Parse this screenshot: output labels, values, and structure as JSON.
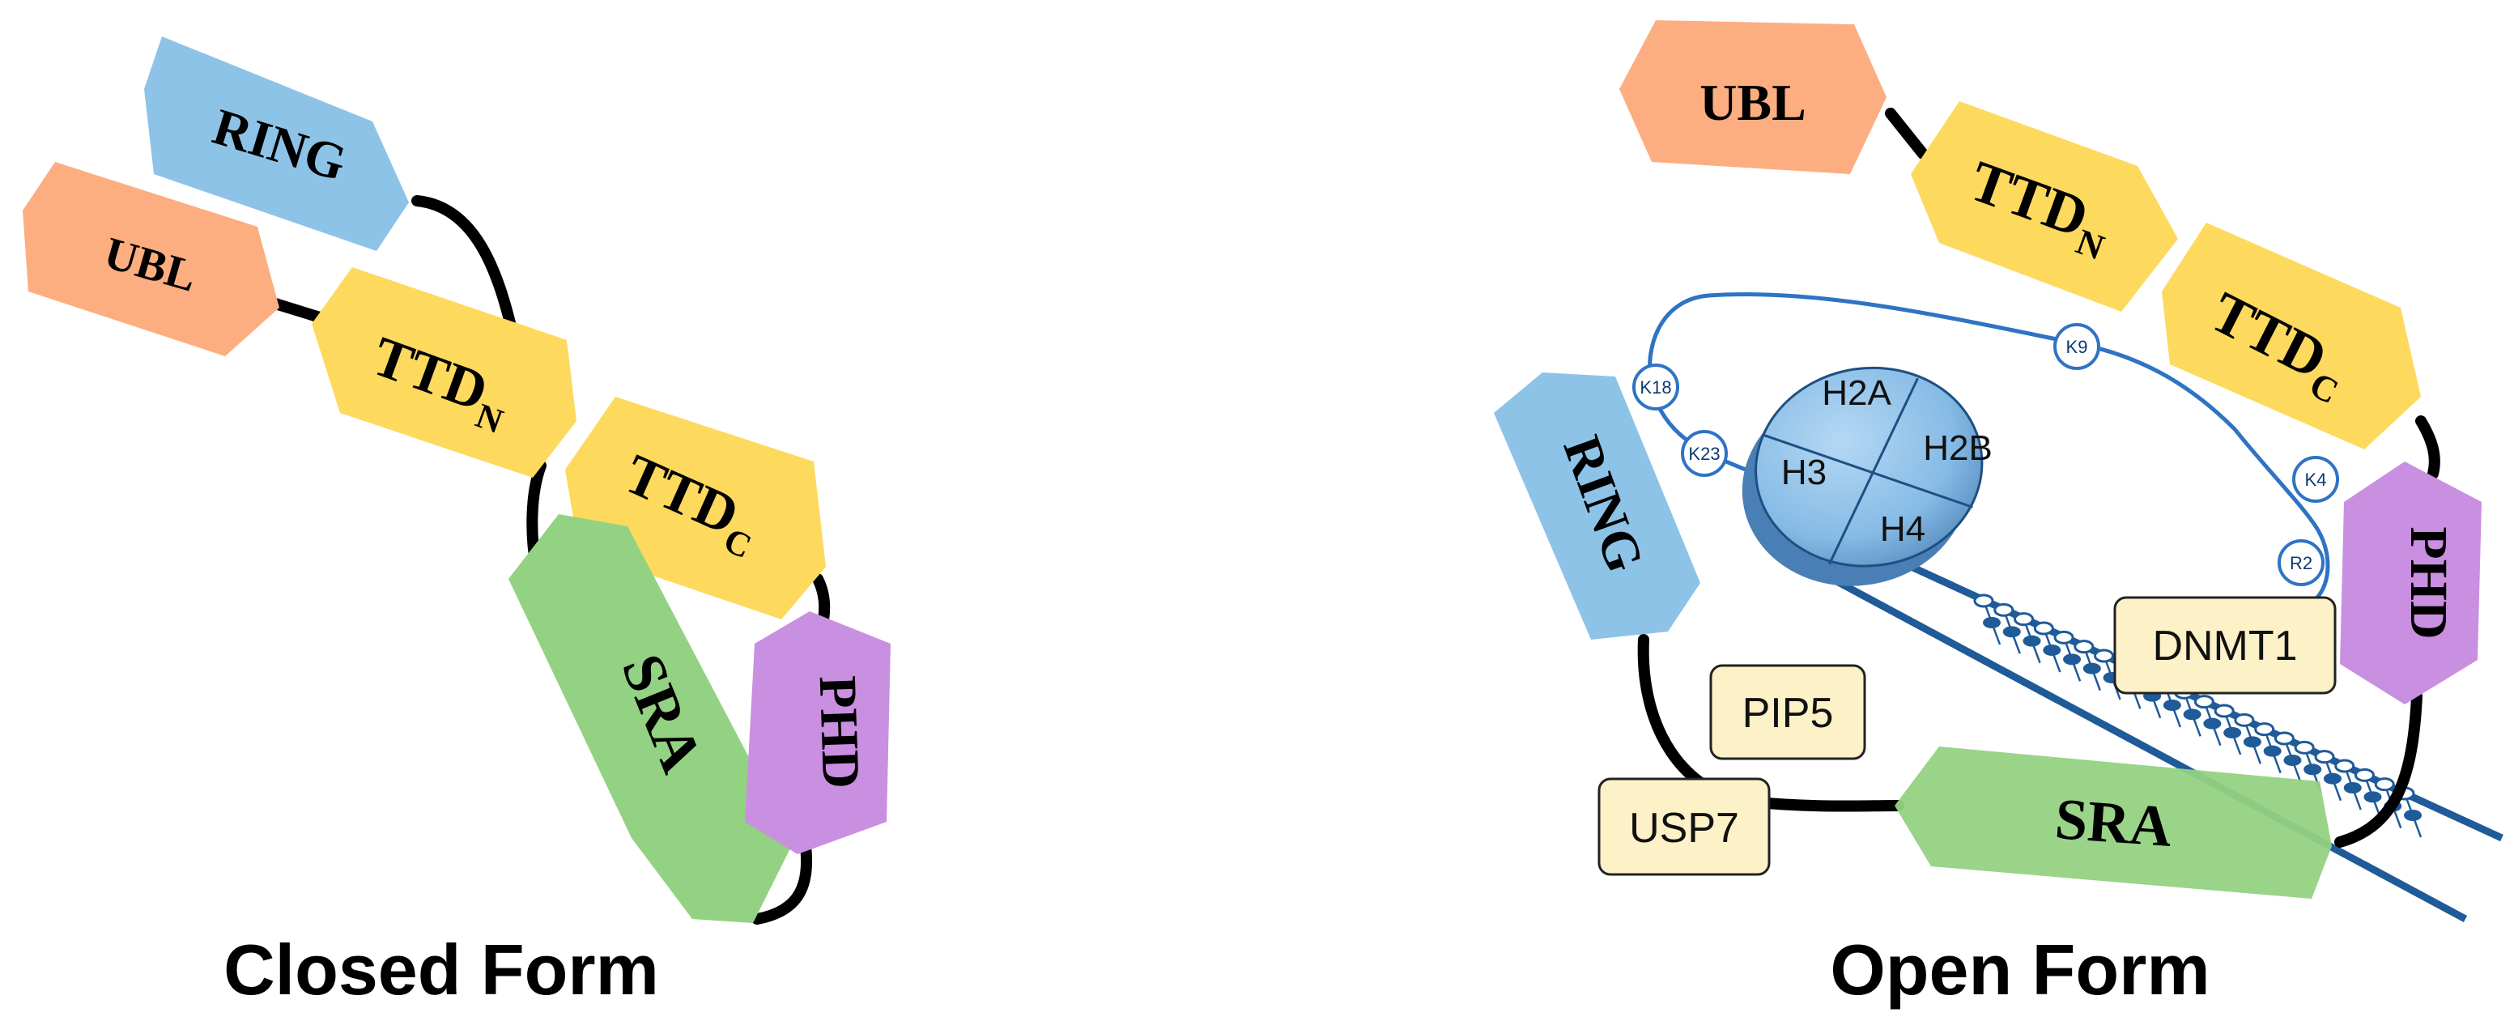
{
  "colors": {
    "ubl": "#fcae80",
    "ring": "#8ec3e8",
    "ttd": "#fdd95e",
    "sra": "#93d282",
    "phd": "#c98fe0",
    "partner_box": "#fdf1c8",
    "dna": "#1f5a99",
    "tail": "#2f73c4",
    "nucleosome": "#8fc0e8"
  },
  "closed_form": {
    "title": "Closed Form",
    "ring": "RING",
    "ubl": "UBL",
    "ttd_n_main": "TTD",
    "ttd_n_sub": "N",
    "ttd_c_main": "TTD",
    "ttd_c_sub": "C",
    "sra": "SRA",
    "phd": "PHD"
  },
  "open_form": {
    "title": "Open Form",
    "ubl": "UBL",
    "ttd_n_main": "TTD",
    "ttd_n_sub": "N",
    "ttd_c_main": "TTD",
    "ttd_c_sub": "C",
    "ring": "RING",
    "phd": "PHD",
    "sra": "SRA",
    "partners": {
      "dnmt1": "DNMT1",
      "pip5": "PIP5",
      "usp7": "USP7"
    },
    "histones": {
      "h2a": "H2A",
      "h2b": "H2B",
      "h3": "H3",
      "h4": "H4"
    },
    "residues": {
      "k9": "K9",
      "k18": "K18",
      "k23": "K23",
      "k4": "K4",
      "r2": "R2"
    }
  }
}
